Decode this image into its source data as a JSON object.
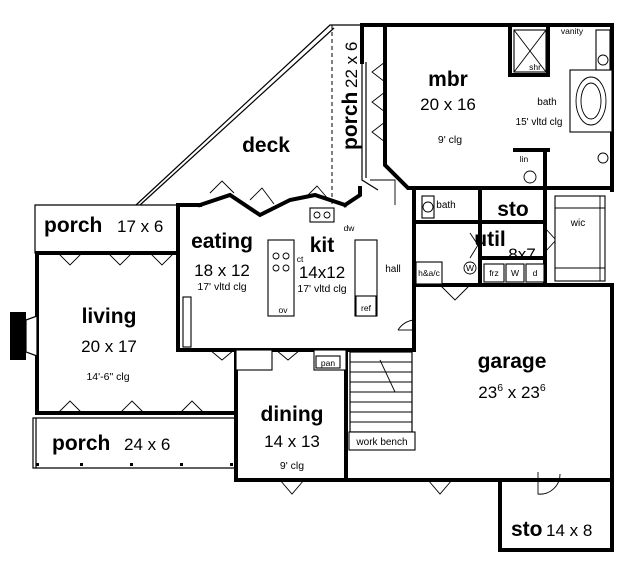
{
  "rooms": {
    "mbr": {
      "name": "mbr",
      "size": "20 x 16",
      "clg": "9' clg"
    },
    "bath_master": {
      "name": "bath",
      "clg": "15' vltd clg"
    },
    "vanity": "vanity",
    "shr": "shr",
    "lin": "lin",
    "deck": "deck",
    "porch_side": {
      "name": "porch",
      "size": "22 x 6"
    },
    "porch_left": {
      "name": "porch",
      "size": "17 x 6"
    },
    "eating": {
      "name": "eating",
      "size": "18 x 12",
      "clg": "17' vltd clg"
    },
    "kit": {
      "name": "kit",
      "size": "14x12",
      "clg": "17' vltd clg"
    },
    "bath_small": "bath",
    "sto_upper": "sto",
    "util": {
      "name": "util",
      "size": "8x7"
    },
    "wic": "wic",
    "hall": "hall",
    "living": {
      "name": "living",
      "size": "20 x 17",
      "clg": "14'-6\" clg"
    },
    "porch_front": {
      "name": "porch",
      "size": "24 x 6"
    },
    "dining": {
      "name": "dining",
      "size": "14 x 13",
      "clg": "9' clg"
    },
    "garage": {
      "name": "garage",
      "size_a": "23",
      "sup_a": "6",
      "size_mid": " x 23",
      "sup_b": "6"
    },
    "sto_lower": {
      "name": "sto",
      "size": "14 x 8"
    }
  },
  "fixtures": {
    "dw": "dw",
    "ct": "ct",
    "ov": "ov",
    "ref": "ref",
    "pan": "pan",
    "hac": "h&a/c",
    "w_heater": "W",
    "frz": "frz",
    "washer": "W",
    "dryer": "d",
    "work_bench": "work bench"
  }
}
